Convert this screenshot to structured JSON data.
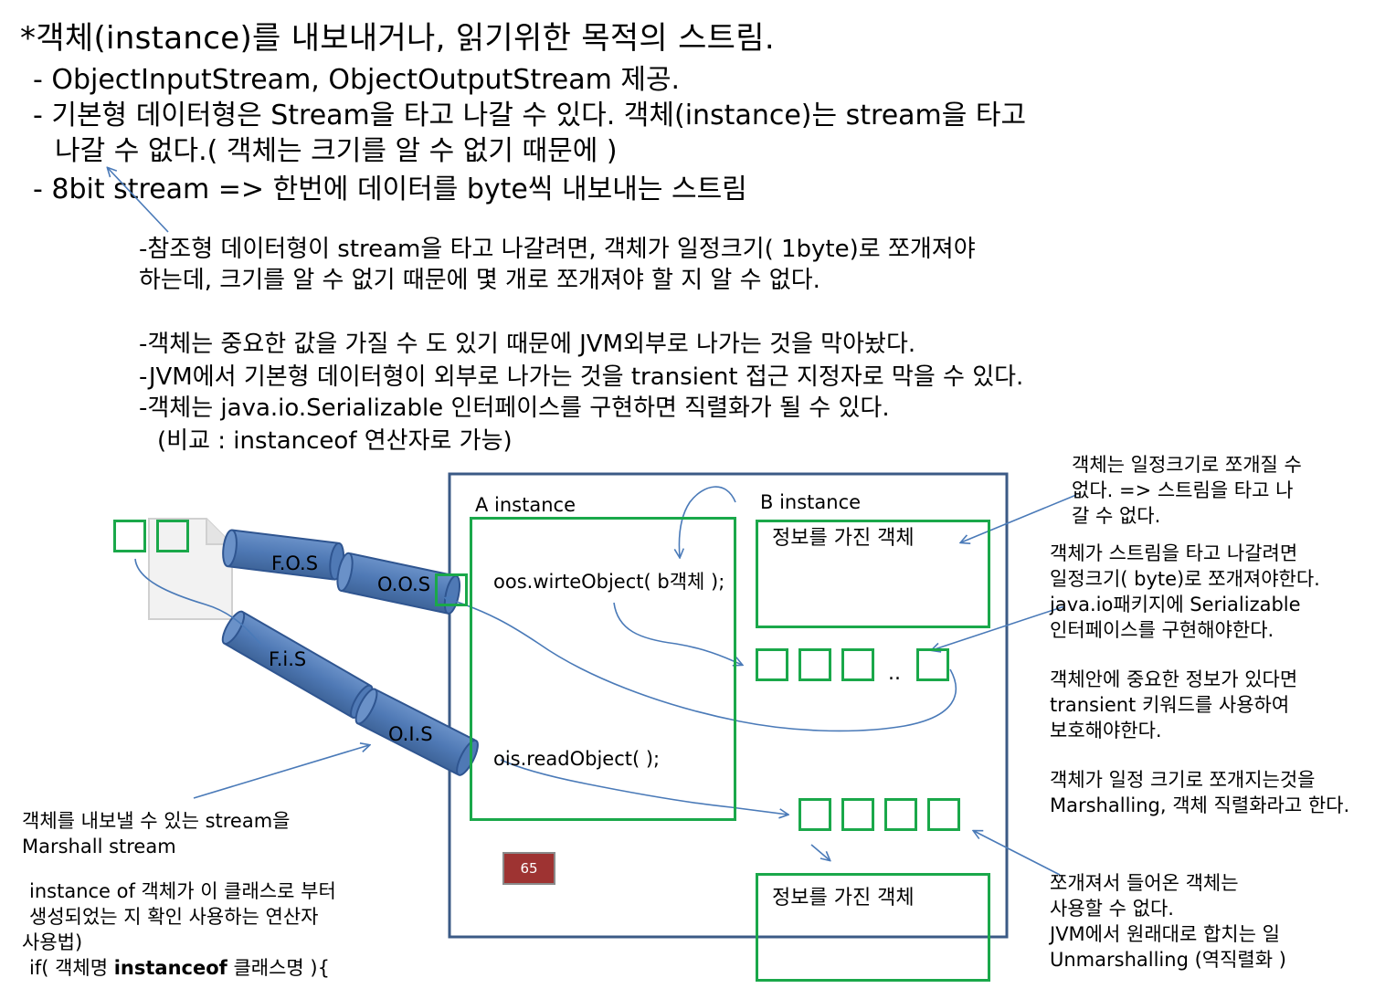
{
  "heading": {
    "title": "*객체(instance)를 내보내거나, 읽기위한 목적의 스트림.",
    "bullet1": "- ObjectInputStream,  ObjectOutputStream  제공.",
    "bullet2_line1": "- 기본형  데이터형은  Stream을  타고  나갈  수  있다.  객체(instance)는  stream을  타고",
    "bullet2_line2": "나갈  수  없다.(  객체는  크기를  알  수  없기  때문에  )",
    "bullet3": "- 8bit  stream  =>  한번에  데이터를  byte씩  내보내는  스트림"
  },
  "body": {
    "line1": "-참조형  데이터형이  stream을  타고  나갈려면,  객체가  일정크기(  1byte)로  쪼개져야",
    "line2": "하는데,  크기를  알  수  없기  때문에  몇  개로  쪼개져야  할  지  알  수  없다.",
    "line3": "-객체는  중요한  값을  가질  수  도  있기  때문에  JVM외부로  나가는  것을  막아놨다.",
    "line4": "-JVM에서  기본형  데이터형이  외부로  나가는  것을  transient  접근  지정자로  막을  수  있다.",
    "line5": "-객체는  java.io.Serializable   인터페이스를  구현하면  직렬화가  될  수  있다.",
    "line6": "(비교  :   instanceof  연산자로  가능)"
  },
  "diagram": {
    "a_instance": "A  instance",
    "b_instance": "B  instance",
    "oos_call": "oos.wirteObject(  b객체  );",
    "ois_call": "ois.readObject(  );",
    "info_object_top": "정보를  가진  객체",
    "info_object_bottom": "정보를  가진  객체",
    "dots": "..",
    "pipe_fos": "F.O.S",
    "pipe_oos": "O.O.S",
    "pipe_fis": "F.i.S",
    "pipe_ois": "O.I.S",
    "page_badge": "65",
    "colors": {
      "frame": "#3b5a86",
      "green": "#1aa84a",
      "pipe": "#4f79b5",
      "badge": "#9e3332",
      "arrow": "#4a7ab8"
    }
  },
  "notes": {
    "top_right": [
      "객체는  일정크기로  쪼개질  수",
      "없다.  =>  스트림을  타고  나",
      "갈  수  없다."
    ],
    "right_mid": [
      "객체가  스트림을  타고  나갈려면",
      "일정크기(  byte)로  쪼개져야한다.",
      "java.io패키지에  Serializable",
      "인터페이스를  구현해야한다."
    ],
    "right_transient": [
      "객체안에  중요한  정보가  있다면",
      "transient  키워드를  사용하여",
      "보호해야한다."
    ],
    "right_marshalling": [
      "객체가  일정  크기로  쪼개지는것을",
      "Marshalling,  객체  직렬화라고  한다."
    ],
    "right_bottom": [
      "쪼개져서  들어온  객체는",
      "사용할  수  없다.",
      "JVM에서  원래대로  합치는  일",
      "Unmarshalling  (역직렬화  )"
    ],
    "left_marshall": [
      "객체를  내보낼  수  있는  stream을",
      "Marshall  stream"
    ],
    "left_instanceof": [
      "instance  of  객체가  이  클래스로  부터",
      "생성되었는  지  확인  사용하는  연산자",
      "사용법)"
    ],
    "if_prefix": "if(    객체명 ",
    "if_keyword": "instanceof",
    "if_suffix": " 클래스명  ){"
  }
}
